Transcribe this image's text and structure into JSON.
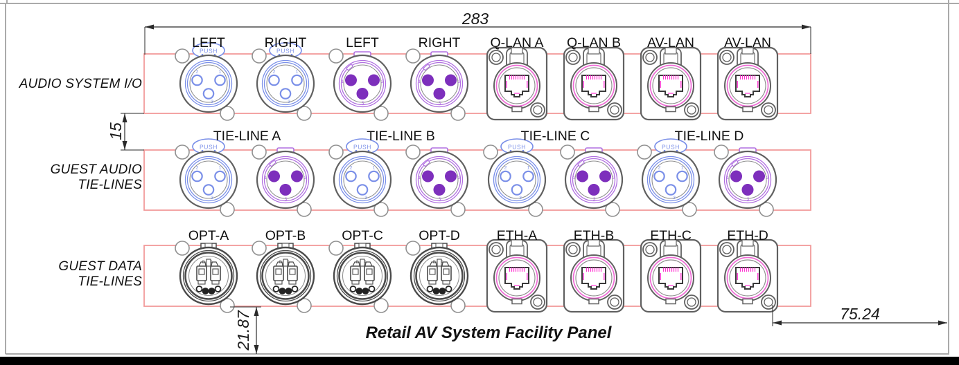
{
  "title": "Retail AV System Facility Panel",
  "dimensions": {
    "panel_width": "283",
    "row_spacing": "15",
    "bottom_offset": "21.87",
    "right_offset": "75.24"
  },
  "colors": {
    "row_outline": "#f29a9a",
    "xlr_female_accent": "#7a8fe8",
    "xlr_male_accent": "#b06fe0",
    "xlr_male_pin_fill": "#7d2fbc",
    "ethercon_ring": "#ef6bd6",
    "ethercon_contacts": "#ff32d2",
    "connector_grey": "#606060",
    "connector_grey_light": "#909090",
    "optical_grey": "#4a4a4a",
    "dim_line": "#2a2a2a",
    "frame_grey": "#aaaaaa",
    "footer_bar": "#000000"
  },
  "connector_glyphs": {
    "push_label": "PUSH",
    "xlr_female_pin_order": [
      "2",
      "1",
      "3"
    ],
    "xlr_male_pin_order": [
      "1",
      "2",
      "3"
    ],
    "optical_port_letters": "B A"
  },
  "rows": [
    {
      "section_label_lines": [
        "AUDIO SYSTEM I/O"
      ],
      "connector_labels": [
        "LEFT",
        "RIGHT",
        "LEFT",
        "RIGHT",
        "Q-LAN A",
        "Q-LAN B",
        "AV-LAN",
        "AV-LAN"
      ],
      "connector_types": [
        "xlr-female",
        "xlr-female",
        "xlr-male",
        "xlr-male",
        "ethercon",
        "ethercon",
        "ethercon",
        "ethercon"
      ]
    },
    {
      "section_label_lines": [
        "GUEST AUDIO",
        "TIE-LINES"
      ],
      "pair_labels": [
        "TIE-LINE A",
        "TIE-LINE B",
        "TIE-LINE C",
        "TIE-LINE D"
      ],
      "connector_types": [
        "xlr-female",
        "xlr-male",
        "xlr-female",
        "xlr-male",
        "xlr-female",
        "xlr-male",
        "xlr-female",
        "xlr-male"
      ]
    },
    {
      "section_label_lines": [
        "GUEST DATA",
        "TIE-LINES"
      ],
      "connector_labels": [
        "OPT-A",
        "OPT-B",
        "OPT-C",
        "OPT-D",
        "ETH-A",
        "ETH-B",
        "ETH-C",
        "ETH-D"
      ],
      "connector_types": [
        "opticalcon",
        "opticalcon",
        "opticalcon",
        "opticalcon",
        "ethercon",
        "ethercon",
        "ethercon",
        "ethercon"
      ]
    }
  ]
}
